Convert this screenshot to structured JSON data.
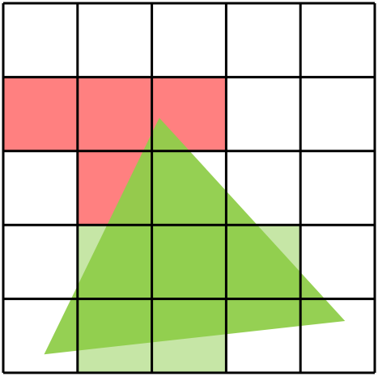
{
  "grid": {
    "rows": 5,
    "cols": 5,
    "line_color": "#000000",
    "background_color": "#ffffff"
  },
  "highlight_cells": {
    "red": {
      "color": "#ff8080",
      "cells": [
        [
          1,
          0
        ],
        [
          1,
          1
        ],
        [
          1,
          2
        ],
        [
          2,
          1
        ]
      ]
    },
    "light_green": {
      "color": "#c6e6a6",
      "cells": [
        [
          3,
          1
        ],
        [
          3,
          2
        ],
        [
          3,
          3
        ],
        [
          4,
          1
        ],
        [
          4,
          2
        ]
      ]
    }
  },
  "triangle": {
    "color": "#8fce4a",
    "opacity": 0.95,
    "vertices_in_cell_units": [
      [
        2.1,
        1.55
      ],
      [
        0.55,
        4.75
      ],
      [
        4.6,
        4.3
      ]
    ]
  }
}
